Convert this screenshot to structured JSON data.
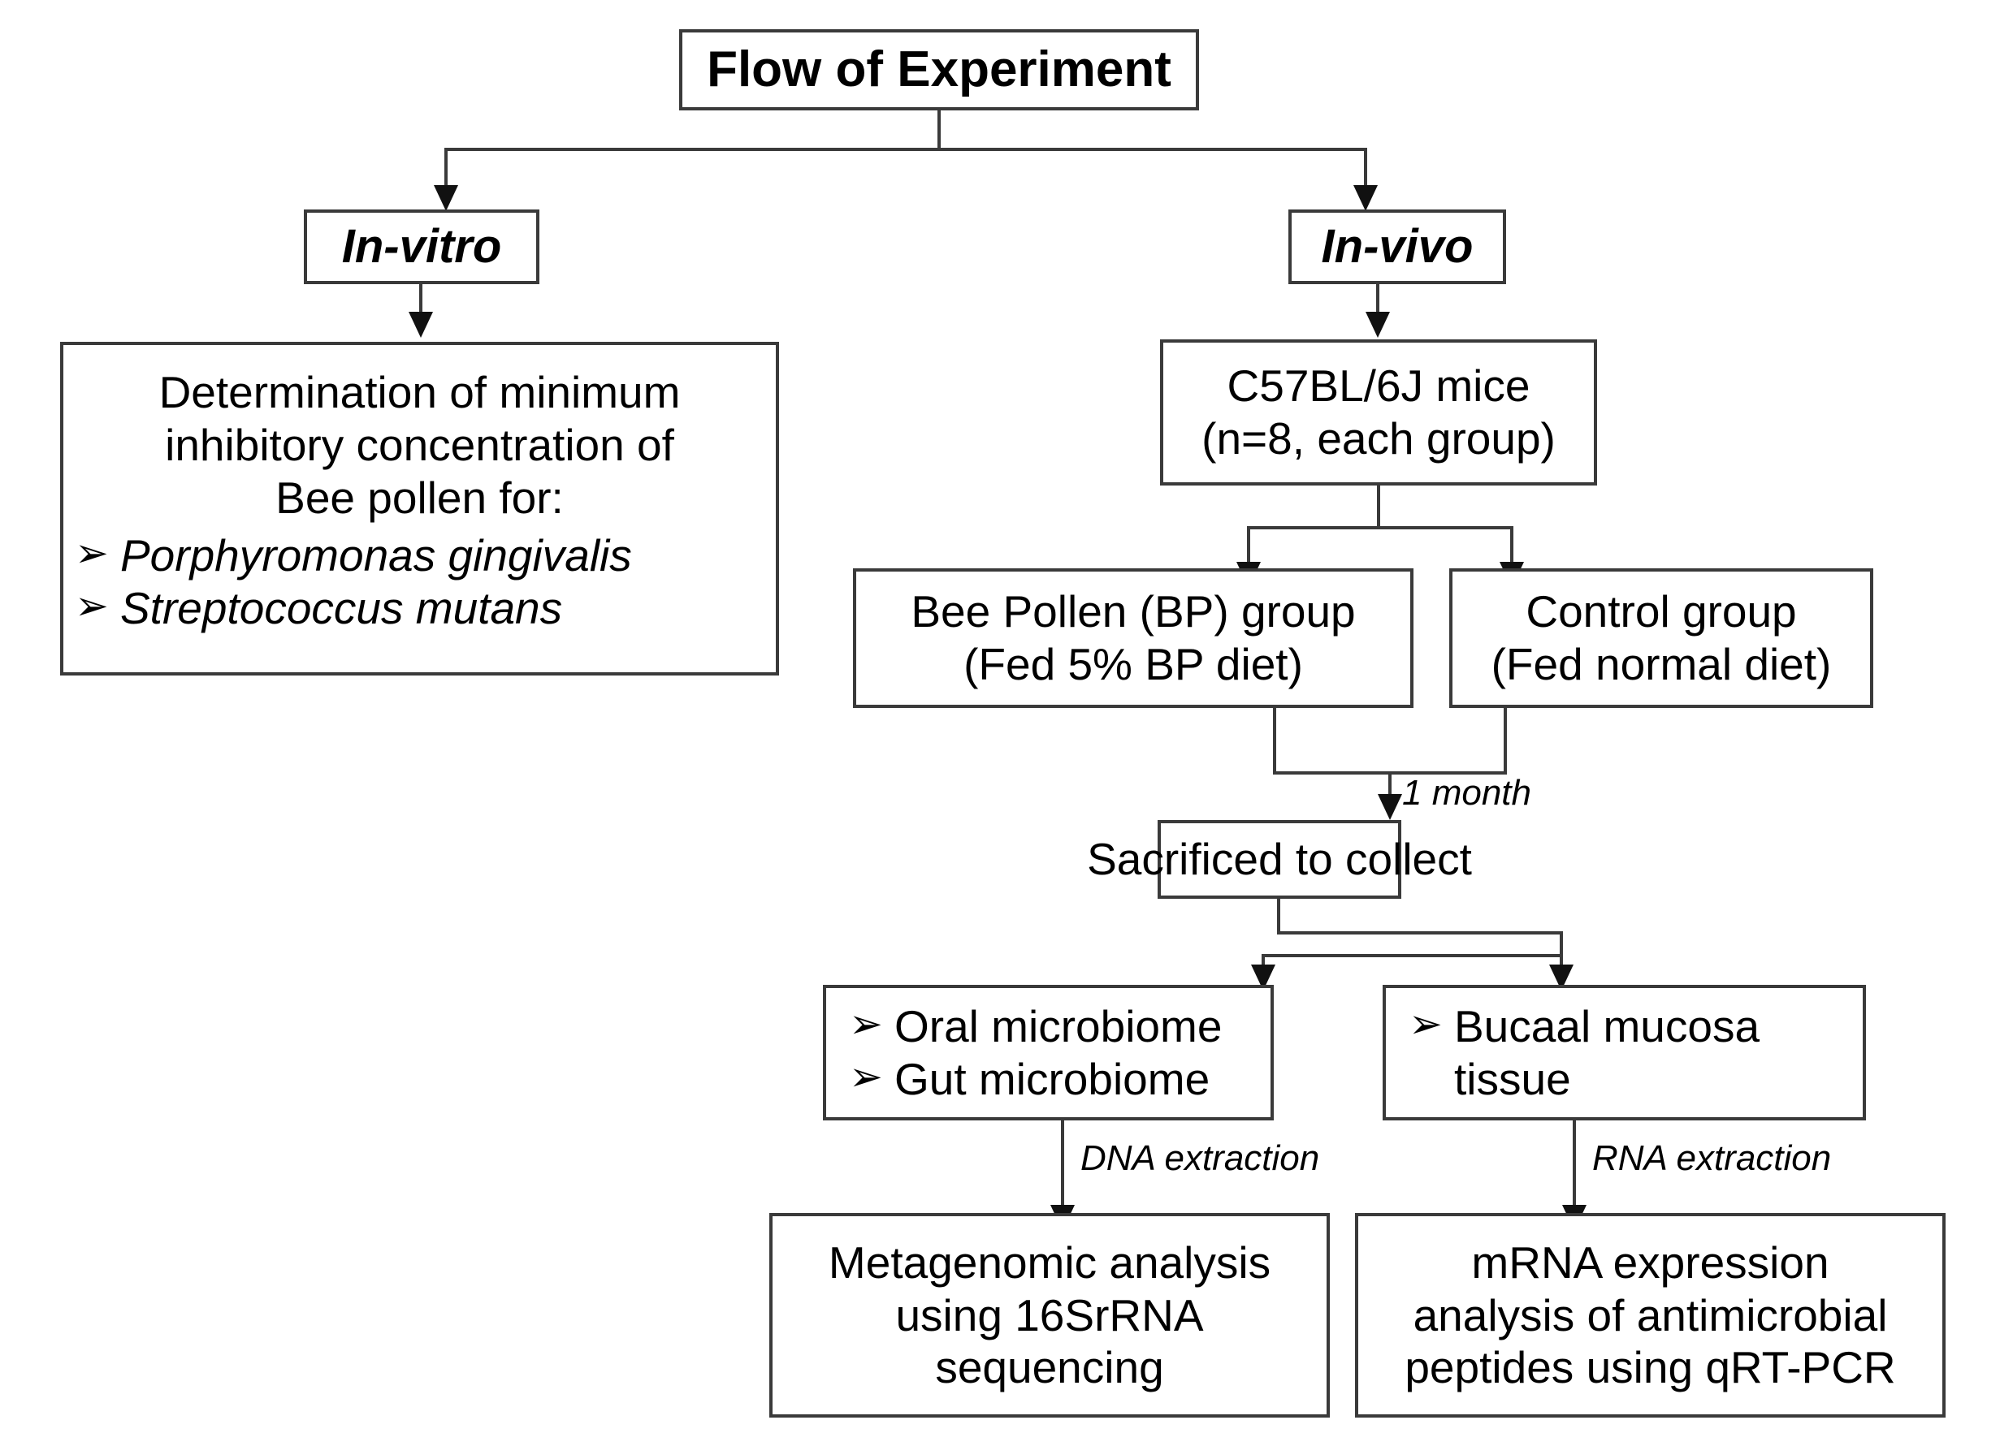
{
  "diagram": {
    "title": "Flow of Experiment",
    "nodes": {
      "title": {
        "label": "Flow of Experiment"
      },
      "in_vitro": {
        "label": "In-vitro"
      },
      "in_vivo": {
        "label": "In-vivo"
      },
      "mic": {
        "line1": "Determination of minimum",
        "line2": "inhibitory concentration of",
        "line3": "Bee pollen for:",
        "bullet1": "Porphyromonas gingivalis",
        "bullet2": "Streptococcus mutans"
      },
      "mice": {
        "line1": "C57BL/6J mice",
        "line2": "(n=8, each group)"
      },
      "bp_group": {
        "line1": "Bee Pollen (BP) group",
        "line2": "(Fed 5% BP diet)"
      },
      "control_group": {
        "line1": "Control group",
        "line2": "(Fed normal diet)"
      },
      "sacrificed": {
        "label": "Sacrificed to collect"
      },
      "microbiome": {
        "bullet1": "Oral microbiome",
        "bullet2": "Gut microbiome"
      },
      "mucosa": {
        "bullet1_line1": "Bucaal mucosa",
        "bullet1_line2": "tissue"
      },
      "metagenomic": {
        "line1": "Metagenomic analysis",
        "line2": "using 16SrRNA",
        "line3": "sequencing"
      },
      "mrna": {
        "line1": "mRNA expression",
        "line2": "analysis of antimicrobial",
        "line3": "peptides using qRT-PCR"
      }
    },
    "edge_labels": {
      "duration": "1 month",
      "dna_extraction": "DNA extraction",
      "rna_extraction": "RNA extraction"
    },
    "bullet_glyph": "➢",
    "colors": {
      "border": "#3a3a3a",
      "connector": "#3a3a3a",
      "arrow": "#111111",
      "text": "#000000",
      "background": "#ffffff"
    }
  }
}
